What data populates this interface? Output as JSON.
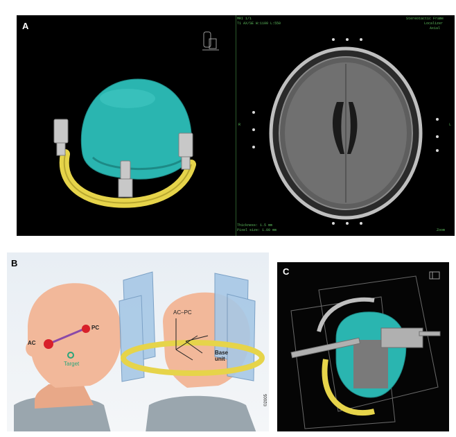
{
  "panels": {
    "a": {
      "label": "A",
      "mri_overlay": {
        "top_left_lines": [
          "MRI 1/1",
          "T1 AX/SE  W:1100  L:550"
        ],
        "top_right_lines": [
          "Stereotactic Frame",
          "Localizer",
          "Axial"
        ],
        "bottom_left_lines": [
          "Thickness: 1.5 mm",
          "Pixel size: 1.00 mm"
        ],
        "bottom_right_lines": [
          "Zoom"
        ],
        "left_marker": "R",
        "right_marker": "L"
      }
    },
    "b": {
      "label": "B",
      "ac_label": "AC",
      "pc_label": "PC",
      "target_label": "Target",
      "acpc_label": "AC–PC",
      "base_unit_label": "Base\nunit",
      "side_code": "©2005"
    },
    "c": {
      "label": "C"
    }
  },
  "colors": {
    "skull_cyan": "#2ab5b0",
    "frame_yellow": "#e6d44a",
    "skin": "#f2b89a",
    "shirt_gray": "#9aa6ae",
    "marker_red": "#d8202a",
    "target_green": "#2aa57a",
    "frame_blue": "#a7c8e6",
    "mri_green": "#5fbf5f"
  }
}
